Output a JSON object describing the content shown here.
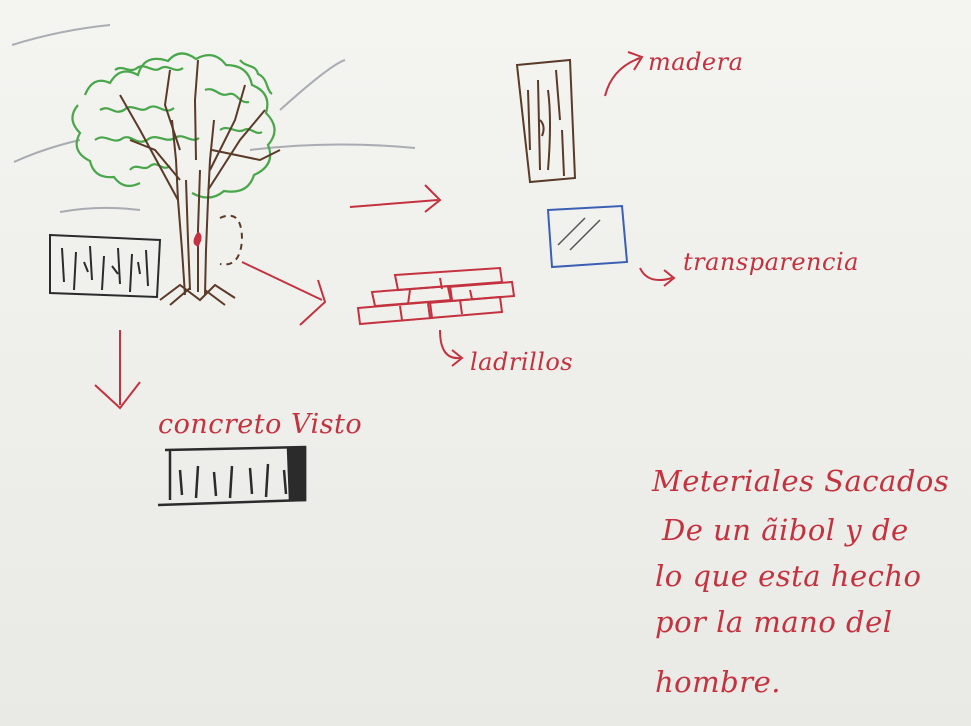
{
  "labels": {
    "madera": "madera",
    "transparencia": "transparencia",
    "ladrillos": "ladrillos",
    "concreto": "concreto Visto"
  },
  "note": {
    "line1": "Meteriales Sacados",
    "line2": "De un ãibol y de",
    "line3": "lo que esta hecho",
    "line4": "por la mano del",
    "line5": "hombre."
  },
  "colors": {
    "paper": "#efefeb",
    "ink_red": "#c4323f",
    "ink_brown": "#5a3a28",
    "ink_green": "#49a64a",
    "ink_black": "#2b2b2b",
    "ink_blue": "#3a5fb5",
    "ink_gray": "#8a8f98"
  }
}
